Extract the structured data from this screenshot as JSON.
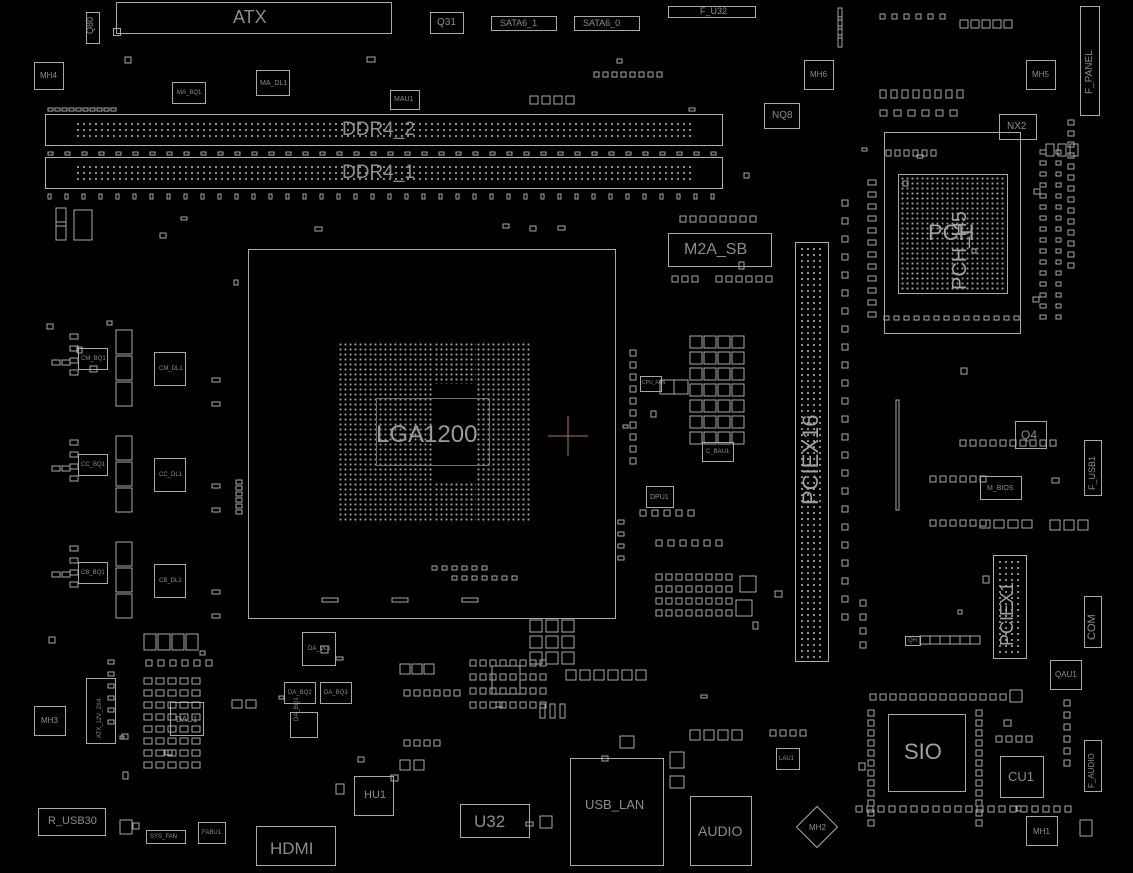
{
  "board": {
    "background": "#000000",
    "line_color": "#b0b0b0",
    "label_color": "#8c8c8c"
  },
  "labels": {
    "atx": "ATX",
    "q80": "Q80",
    "q31": "Q31",
    "sata1": "SATA6_1",
    "sata0": "SATA6_0",
    "f_u32": "F_U32",
    "mh4": "MH4",
    "mh6": "MH6",
    "mh5": "MH5",
    "mh3": "MH3",
    "mh1": "MH1",
    "mh2": "MH2",
    "ddr4_2": "DDR4_2",
    "ddr4_1": "DDR4_1",
    "nq8": "NQ8",
    "nx2": "NX2",
    "f_panel": "F_PANEL",
    "pch": "PCH",
    "pch_rot": "PCH_H5",
    "m2a_sb": "M2A_SB",
    "socket": "LGA1200",
    "pciex16": "PCIEX16",
    "pciex1": "PCIEX1",
    "q4": "Q4",
    "f_usb1": "F_USB1",
    "m_bios": "M_BIOS",
    "com": "COM",
    "qau1": "QAU1",
    "sio": "SIO",
    "cu1": "CU1",
    "f_audio": "F_AUDIO",
    "hu1": "HU1",
    "u32": "U32",
    "usb_lan": "USB_LAN",
    "audio": "AUDIO",
    "hdmi": "HDMI",
    "r_usb30": "R_USB30",
    "sys_fan": "SYS_FAN",
    "atx_12v": "ATX_12V_2X4",
    "dau1": "DAU1",
    "da_dl1": "DA_DL1",
    "da_bq2": "DA_BQ2",
    "da_bq3": "DA_BQ3",
    "da_bq1": "DA_BQ1",
    "cm_dl1": "CM_DL1",
    "cm_bq1": "CM_BQ1",
    "cc_dl1": "CC_DL1",
    "cc_bq1": "CC_BQ1",
    "cb_dl1": "CB_DL1",
    "cb_bq1": "CB_BQ1",
    "ma_dl1": "MA_DL1",
    "ma_bq1": "MA_BQ1",
    "mau1": "MAU1",
    "dpu1": "DPU1",
    "lau1": "LAU1",
    "fabu1": "FABU1",
    "cpu_fan": "CPU_FAN",
    "c_bau1": "C_BAU1",
    "qh": "QH"
  }
}
